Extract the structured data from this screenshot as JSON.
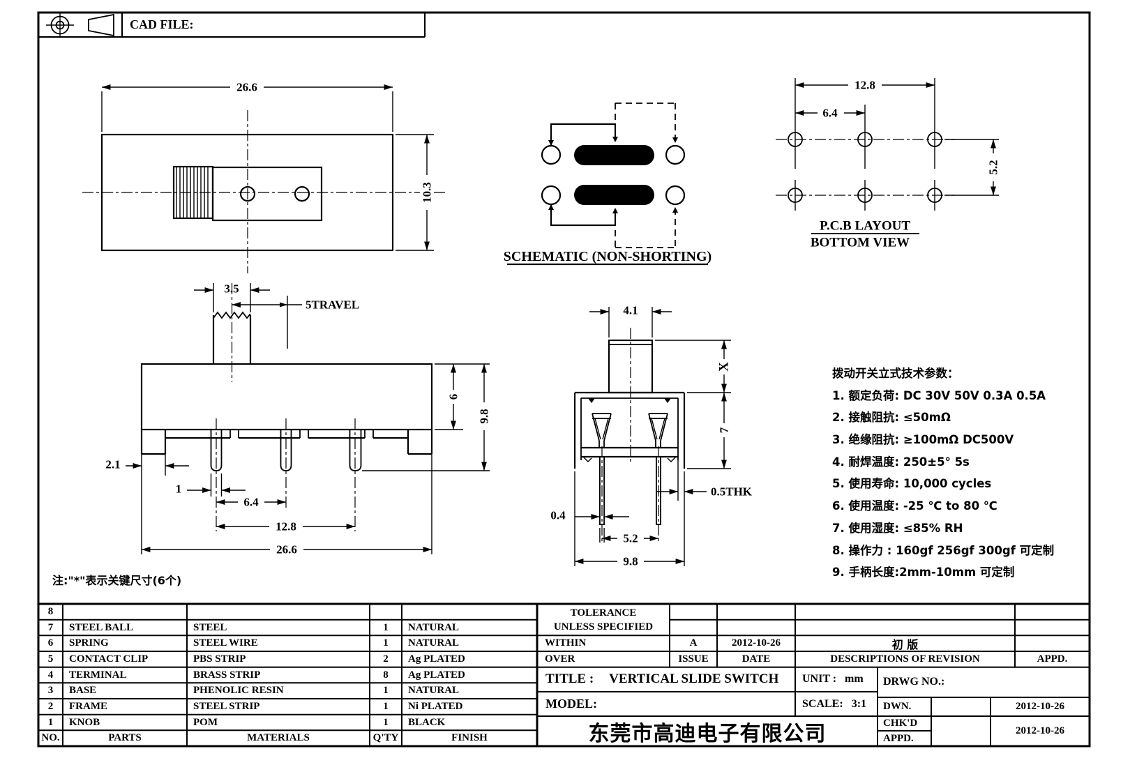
{
  "sheet": {
    "cad_file_label": "CAD FILE:"
  },
  "top_view": {
    "dim_width": "26.6",
    "dim_height": "10.3"
  },
  "schematic": {
    "title": "SCHEMATIC (NON-SHORTING)"
  },
  "pcb": {
    "dim_span": "12.8",
    "dim_pitch": "6.4",
    "dim_row_pitch": "5.2",
    "title": "P.C.B LAYOUT",
    "subtitle": "BOTTOM VIEW"
  },
  "side_view": {
    "dim_knob_w": "3.5",
    "travel_label": "5TRAVEL",
    "dim_body_h": "6",
    "dim_total_h": "9.8",
    "dim_edge": "2.1",
    "dim_pin_w": "1",
    "dim_pitch": "6.4",
    "dim_span": "12.8",
    "dim_width": "26.6"
  },
  "front_view": {
    "dim_knob_w": "4.1",
    "dim_handle_h": "X",
    "dim_body_h": "7",
    "dim_pin_w": "0.4",
    "dim_pitch": "5.2",
    "dim_width": "9.8",
    "dim_thickness": "0.5THK"
  },
  "note": "注:\"*\"表示关键尺寸(6个)",
  "specs": {
    "title": "拨动开关立式技术参数：",
    "items": [
      "1.  额定负荷: DC 30V    50V    0.3A    0.5A",
      "2.  接触阻抗:  ≤50mΩ",
      "3.  绝缘阻抗:  ≥100mΩ   DC500V",
      "4.  耐焊温度: 250±5°  5s",
      "5.  使用寿命: 10,000 cycles",
      "6.  使用温度: -25 ℃  to 80  ℃",
      "7.  使用湿度:  ≤85% RH",
      "8.  操作力 : 160gf   256gf   300gf  可定制",
      "9.  手柄长度:2mm-10mm  可定制"
    ]
  },
  "parts_table": {
    "header": {
      "no": "NO.",
      "parts": "PARTS",
      "materials": "MATERIALS",
      "qty": "Q'TY",
      "finish": "FINISH"
    },
    "rows": [
      {
        "no": "8",
        "parts": "",
        "materials": "",
        "qty": "",
        "finish": ""
      },
      {
        "no": "7",
        "parts": "STEEL BALL",
        "materials": "STEEL",
        "qty": "1",
        "finish": "NATURAL"
      },
      {
        "no": "6",
        "parts": "SPRING",
        "materials": "STEEL WIRE",
        "qty": "1",
        "finish": "NATURAL"
      },
      {
        "no": "5",
        "parts": "CONTACT CLIP",
        "materials": "PBS STRIP",
        "qty": "2",
        "finish": "Ag PLATED"
      },
      {
        "no": "4",
        "parts": "TERMINAL",
        "materials": "BRASS STRIP",
        "qty": "8",
        "finish": "Ag PLATED"
      },
      {
        "no": "3",
        "parts": "BASE",
        "materials": "PHENOLIC RESIN",
        "qty": "1",
        "finish": "NATURAL"
      },
      {
        "no": "2",
        "parts": "FRAME",
        "materials": "STEEL STRIP",
        "qty": "1",
        "finish": "Ni PLATED"
      },
      {
        "no": "1",
        "parts": "KNOB",
        "materials": "POM",
        "qty": "1",
        "finish": "BLACK"
      }
    ]
  },
  "title_block": {
    "tolerance_line1": "TOLERANCE",
    "tolerance_line2": "UNLESS  SPECIFIED",
    "within_label": "WITHIN",
    "over_label": "OVER",
    "issue_value": "A",
    "issue_date": "2012-10-26",
    "revision_desc": "初  版",
    "issue_label": "ISSUE",
    "date_label": "DATE",
    "descriptions_label": "DESCRIPTIONS  OF  REVISION",
    "appd_label": "APPD.",
    "title_label": "TITLE :",
    "title_value": "VERTICAL  SLIDE  SWITCH",
    "unit_label": "UNIT :",
    "unit_value": "mm",
    "drwg_label": "DRWG  NO.:",
    "model_label": "MODEL:",
    "scale_label": "SCALE:",
    "scale_value": "3:1",
    "company": "东莞市高迪电子有限公司",
    "dwn_label": "DWN.",
    "dwn_date": "2012-10-26",
    "chkd_label": "CHK'D",
    "appd_row_label": "APPD.",
    "check_appd_date": "2012-10-26"
  }
}
